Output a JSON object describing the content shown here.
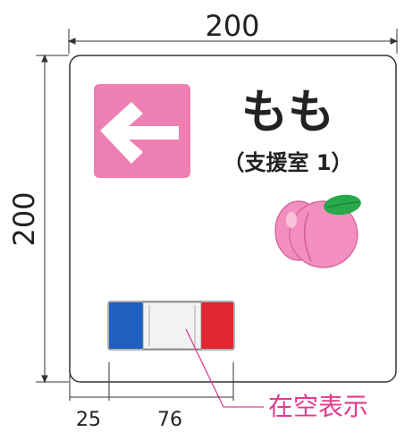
{
  "dimensions": {
    "width_label": "200",
    "height_label": "200",
    "offset_label": "25",
    "indicator_width_label": "76"
  },
  "sign": {
    "title": "もも",
    "subtitle": "（支援室 1）",
    "arrow_icon": "left-arrow-icon",
    "fruit_icon": "peach-icon"
  },
  "callout": {
    "label": "在空表示"
  },
  "colors": {
    "arrow_bg": "#ee7fb2",
    "text": "#222222",
    "peach": "#f28fbf",
    "leaf": "#27a84a",
    "indicator_blue": "#1f5fc0",
    "indicator_red": "#e0262e",
    "callout": "#e13c8e",
    "dimension_line": "#333333"
  }
}
